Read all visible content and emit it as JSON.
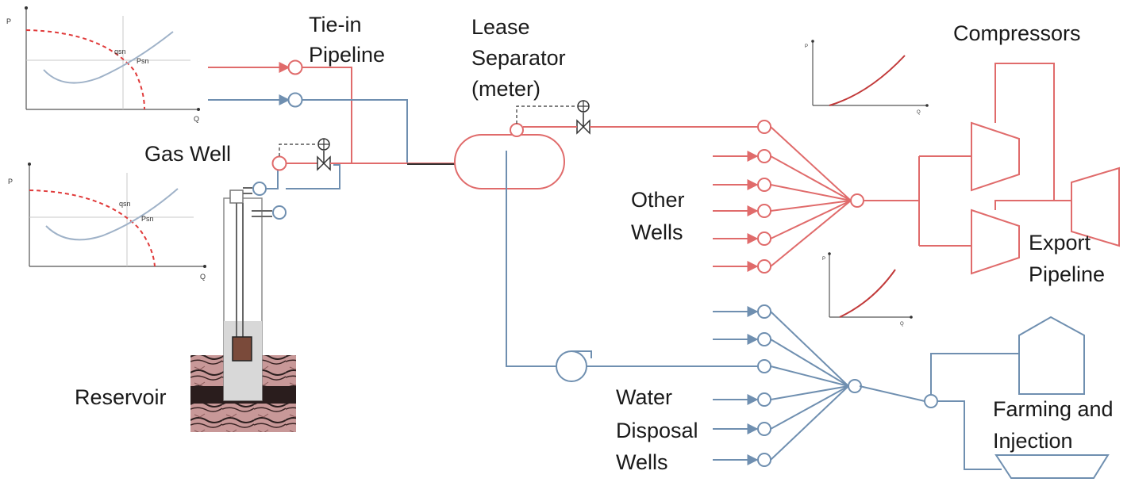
{
  "labels": {
    "tie_in_l1": "Tie-in",
    "tie_in_l2": "Pipeline",
    "lease_l1": "Lease",
    "lease_l2": "Separator",
    "lease_l3": "(meter)",
    "compressors": "Compressors",
    "gas_well": "Gas Well",
    "other_wells_l1": "Other",
    "other_wells_l2": "Wells",
    "export_l1": "Export",
    "export_l2": "Pipeline",
    "reservoir": "Reservoir",
    "water_l1": "Water",
    "water_l2": "Disposal",
    "water_l3": "Wells",
    "farming_l1": "Farming and",
    "farming_l2": "Injection"
  },
  "ipr_plot": {
    "y_axis": "P",
    "x_axis": "Q",
    "flow_label": "qsn",
    "pressure_label": "Psn"
  },
  "mini_plot": {
    "y_axis": "P",
    "x_axis": "Q"
  },
  "colors": {
    "gas": "#e06b6b",
    "water": "#6f8fb0",
    "dashed": "#e03a3a",
    "curve": "#9fb2c8",
    "rock": "#c89898",
    "rock_dark": "#2a1d1d",
    "packer": "#7a4a3a"
  },
  "counts": {
    "other_wells_inlets": 6,
    "water_disposal_inlets": 6
  }
}
